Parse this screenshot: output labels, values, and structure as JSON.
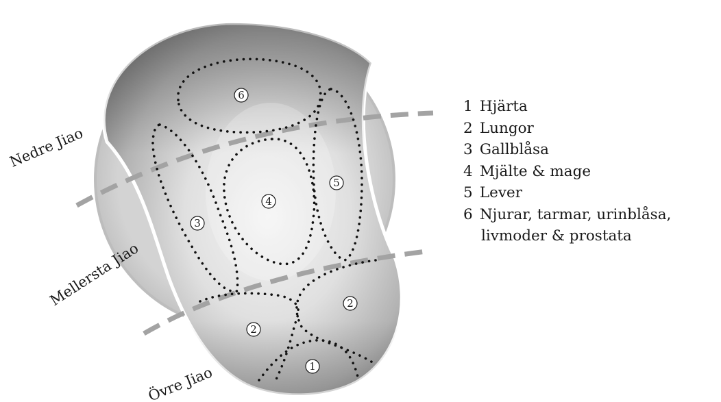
{
  "colors": {
    "disc": "#d1d1d1",
    "disc_rim": "#bdbdbd",
    "tongue_light": "#f2f2f2",
    "tongue_dark": "#7a7a7a",
    "dots": "#111111",
    "dash": "#a3a3a3",
    "text": "#1a1a1a"
  },
  "jiao_labels": {
    "lower": "Nedre Jiao",
    "middle": "Mellersta Jiao",
    "upper": "Övre Jiao"
  },
  "zone_markers": {
    "heart": "1",
    "lungs_left": "2",
    "lungs_right": "2",
    "gallbladder": "3",
    "spleen_stomach": "4",
    "liver": "5",
    "kidneys": "6"
  },
  "legend": {
    "item1": {
      "num": "1",
      "label": "Hjärta"
    },
    "item2": {
      "num": "2",
      "label": "Lungor"
    },
    "item3": {
      "num": "3",
      "label": "Gallblåsa"
    },
    "item4": {
      "num": "4",
      "label": "Mjälte & mage"
    },
    "item5": {
      "num": "5",
      "label": "Lever"
    },
    "item6": {
      "num": "6",
      "label": "Njurar, tarmar, urinblåsa,",
      "label_cont": "livmoder & prostata"
    }
  }
}
